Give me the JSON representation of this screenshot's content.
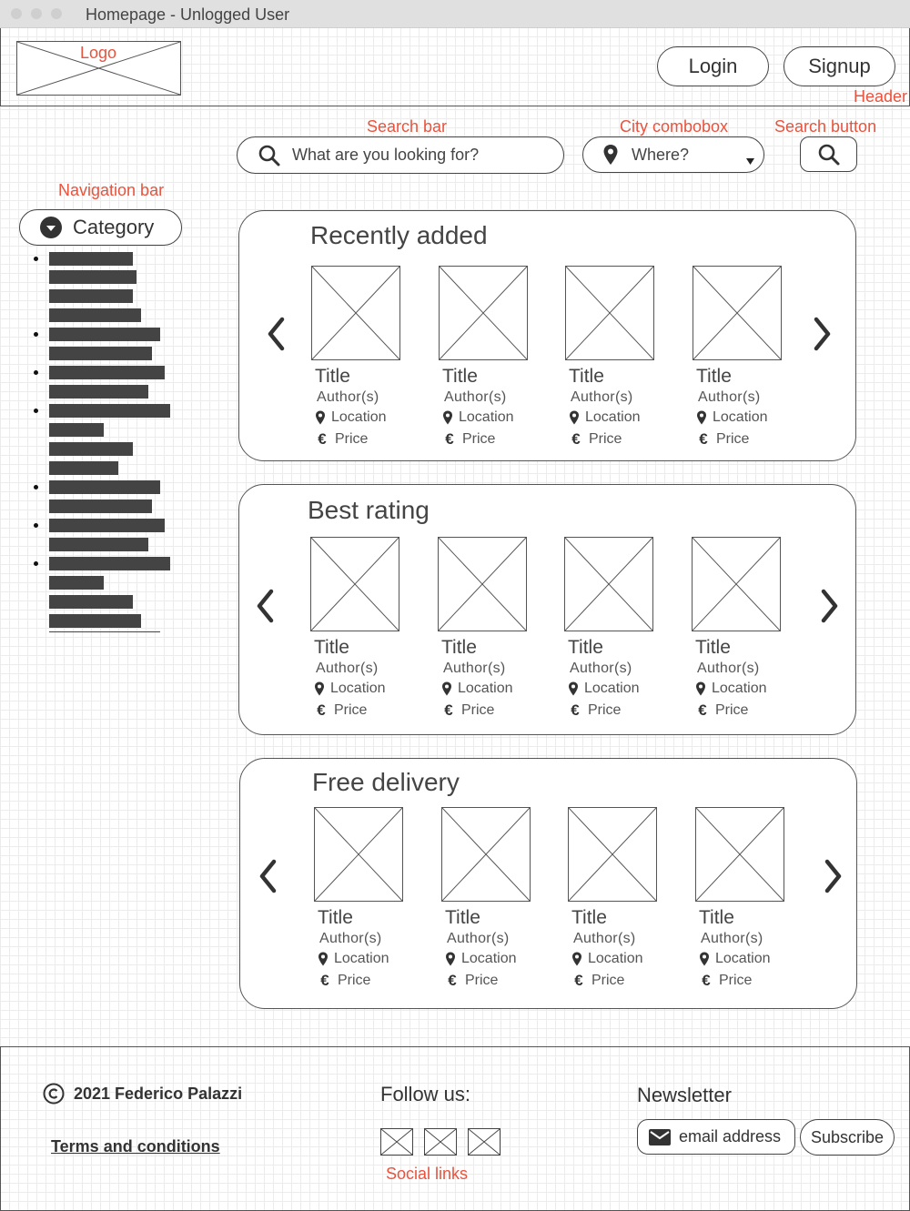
{
  "window": {
    "title": "Homepage - Unlogged User"
  },
  "annotations": {
    "logo": "Logo",
    "header": "Header",
    "search_bar": "Search bar",
    "city_combobox": "City combobox",
    "search_button": "Search button",
    "navigation_bar": "Navigation bar",
    "social_links": "Social links"
  },
  "header": {
    "login_label": "Login",
    "signup_label": "Signup"
  },
  "search": {
    "placeholder": "What are you looking for?",
    "city_placeholder": "Where?"
  },
  "navigation": {
    "category_label": "Category"
  },
  "sections": [
    {
      "heading": "Recently added",
      "items": [
        {
          "title": "Title",
          "authors": "Author(s)",
          "location": "Location",
          "price": "Price"
        },
        {
          "title": "Title",
          "authors": "Author(s)",
          "location": "Location",
          "price": "Price"
        },
        {
          "title": "Title",
          "authors": "Author(s)",
          "location": "Location",
          "price": "Price"
        },
        {
          "title": "Title",
          "authors": "Author(s)",
          "location": "Location",
          "price": "Price"
        }
      ]
    },
    {
      "heading": "Best rating",
      "items": [
        {
          "title": "Title",
          "authors": "Author(s)",
          "location": "Location",
          "price": "Price"
        },
        {
          "title": "Title",
          "authors": "Author(s)",
          "location": "Location",
          "price": "Price"
        },
        {
          "title": "Title",
          "authors": "Author(s)",
          "location": "Location",
          "price": "Price"
        },
        {
          "title": "Title",
          "authors": "Author(s)",
          "location": "Location",
          "price": "Price"
        }
      ]
    },
    {
      "heading": "Free delivery",
      "items": [
        {
          "title": "Title",
          "authors": "Author(s)",
          "location": "Location",
          "price": "Price"
        },
        {
          "title": "Title",
          "authors": "Author(s)",
          "location": "Location",
          "price": "Price"
        },
        {
          "title": "Title",
          "authors": "Author(s)",
          "location": "Location",
          "price": "Price"
        },
        {
          "title": "Title",
          "authors": "Author(s)",
          "location": "Location",
          "price": "Price"
        }
      ]
    }
  ],
  "footer": {
    "copyright": "2021 Federico Palazzi",
    "terms": "Terms and conditions",
    "follow_us": "Follow us:",
    "newsletter_heading": "Newsletter",
    "email_placeholder": "email address",
    "subscribe_label": "Subscribe"
  },
  "icons": {
    "search": "search-icon",
    "location": "location-pin-icon",
    "dropdown": "caret-down-icon",
    "category": "chevron-down-circle-icon",
    "prev": "chevron-left-icon",
    "next": "chevron-right-icon",
    "price": "euro-icon",
    "email": "envelope-icon",
    "copyright": "copyright-icon"
  },
  "colors": {
    "annotation": "#e8533e",
    "ink": "#333333",
    "grid": "#ececec"
  }
}
